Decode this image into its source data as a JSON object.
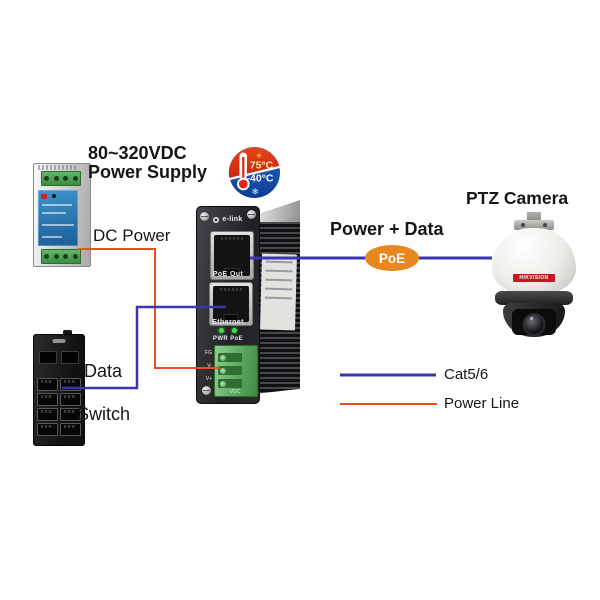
{
  "power_supply": {
    "label_line1": "80~320VDC",
    "label_line2": "Power Supply"
  },
  "connections": {
    "dc_power": "DC Power",
    "data": "Data",
    "power_plus_data": "Power + Data",
    "poe": "PoE"
  },
  "injector": {
    "brand": "e-link",
    "poe_out_port": "PoE Out",
    "ethernet_port": "Ethernet",
    "led_label": "PWR PoE",
    "terminals": {
      "t1": "FG",
      "t2": "V-",
      "t3": "V+",
      "unit": "VDC"
    }
  },
  "temperature_badge": {
    "high": "75°C",
    "low": "-40°C",
    "sun_icon": "☀",
    "snow_icon": "❄"
  },
  "camera": {
    "label": "PTZ Camera",
    "brand": "HIKVISION"
  },
  "switch": {
    "label": "Switch"
  },
  "legend": {
    "cat5": {
      "label": "Cat5/6",
      "color": "#3b34b6"
    },
    "power_line": {
      "label": "Power Line",
      "color": "#e8511e"
    }
  },
  "colors": {
    "data_line": "#3b34b6",
    "power_line": "#e8511e",
    "poe_fill": "#e8861f",
    "poe_text": "#ffffff"
  }
}
